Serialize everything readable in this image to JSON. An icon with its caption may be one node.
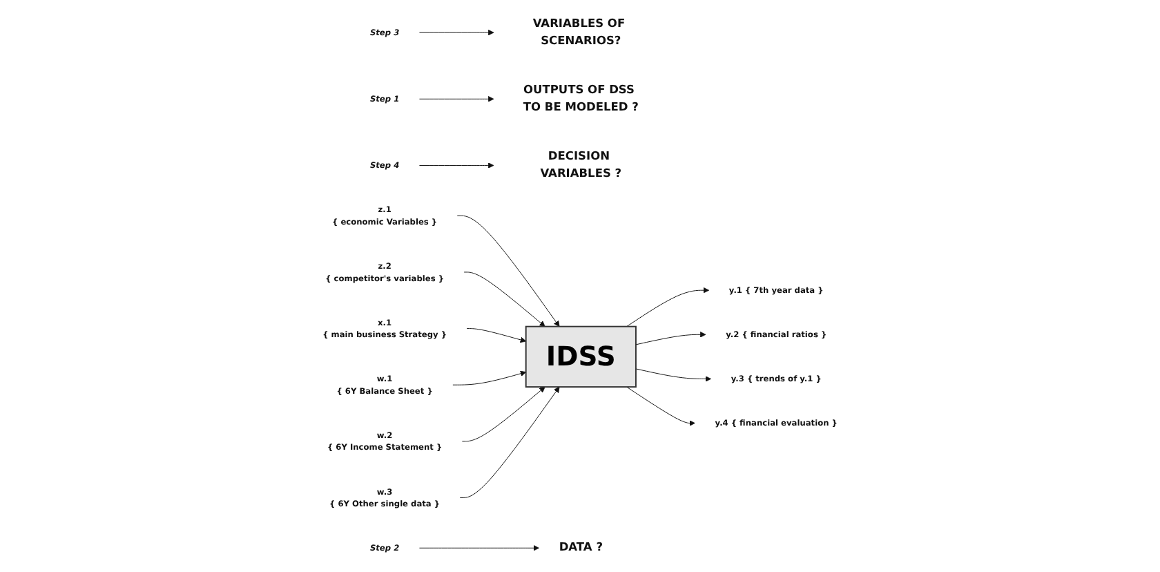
{
  "diagram": {
    "nodes": [
      {
        "text": [
          "Step 3"
        ]
      },
      {
        "text": [
          "VARIABLES OF SCENARIOS?"
        ]
      },
      {
        "text": [
          "z.1",
          "{ economic Variables }"
        ]
      },
      {
        "text": [
          "z.2",
          "{ competitor's variables }"
        ]
      },
      {
        "text": [
          "Step 1"
        ]
      },
      {
        "text": [
          "OUTPUTS OF DSS TO BE MODELED ?"
        ]
      },
      {
        "text": [
          "Step 4"
        ]
      },
      {
        "text": [
          "DECISION VARIABLES ?"
        ]
      },
      {
        "text": [
          "IDSS"
        ]
      },
      {
        "text": [
          "x.1",
          "{ main business Strategy }"
        ]
      },
      {
        "text": [
          "y.1 { 7th year data }"
        ]
      },
      {
        "text": [
          "y.2 { financial ratios }"
        ]
      },
      {
        "text": [
          "y.3 { trends of  y.1 }"
        ]
      },
      {
        "text": [
          "y.4 { financial evaluation }"
        ]
      },
      {
        "text": [
          "DATA ?"
        ]
      },
      {
        "text": [
          "w.1",
          "{ 6Y Balance Sheet }"
        ]
      },
      {
        "text": [
          "w.2",
          "{ 6Y Income Statement }"
        ]
      },
      {
        "text": [
          "w.3",
          "{ 6Y Other single data }"
        ]
      },
      {
        "text": [
          "Step 2"
        ]
      }
    ],
    "edges": [
      {
        "from": 0,
        "to": 1,
        "arrow": "to"
      },
      {
        "from": 4,
        "to": 5,
        "arrow": "to"
      },
      {
        "from": 6,
        "to": 7,
        "arrow": "to"
      },
      {
        "from": 2,
        "to": 8,
        "arrow": "to"
      },
      {
        "from": 3,
        "to": 8,
        "arrow": "to"
      },
      {
        "from": 9,
        "to": 8,
        "arrow": "to"
      },
      {
        "from": 8,
        "to": 10,
        "arrow": "to"
      },
      {
        "from": 8,
        "to": 11,
        "arrow": "to"
      },
      {
        "from": 8,
        "to": 12,
        "arrow": "to"
      },
      {
        "from": 8,
        "to": 13,
        "arrow": "to"
      },
      {
        "from": 15,
        "to": 8,
        "arrow": "to"
      },
      {
        "from": 16,
        "to": 8,
        "arrow": "to"
      },
      {
        "from": 17,
        "to": 8,
        "arrow": "to"
      },
      {
        "from": 18,
        "to": 14,
        "arrow": "to"
      }
    ]
  }
}
